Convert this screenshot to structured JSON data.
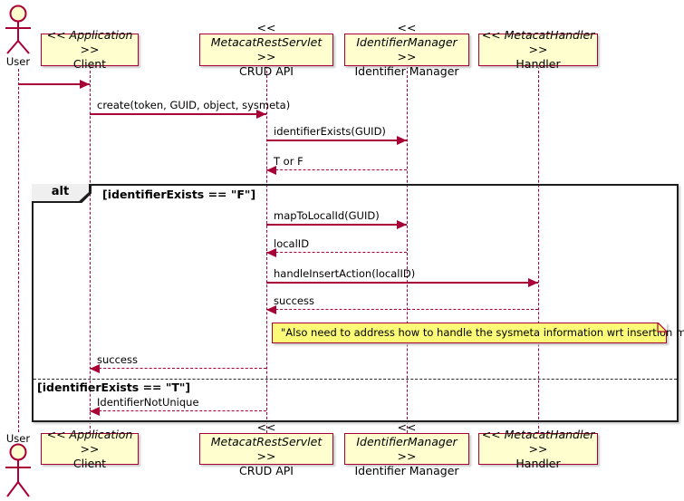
{
  "diagram": {
    "actor_top_label": "User",
    "actor_bottom_label": "User",
    "participants": [
      {
        "id": "client",
        "stereotype": "<< Application >>",
        "name": "Client"
      },
      {
        "id": "crud",
        "stereotype": "<< MetacatRestServlet >>",
        "name": "CRUD API"
      },
      {
        "id": "idmgr",
        "stereotype": "<< IdentifierManager >>",
        "name": "Identifier Manager"
      },
      {
        "id": "handler",
        "stereotype": "<< MetacatHandler >>",
        "name": "Handler"
      }
    ],
    "messages": [
      {
        "from": "user",
        "to": "client",
        "label": "",
        "line": "solid"
      },
      {
        "from": "client",
        "to": "crud",
        "label": "create(token, GUID, object, sysmeta)",
        "line": "solid"
      },
      {
        "from": "crud",
        "to": "idmgr",
        "label": "identifierExists(GUID)",
        "line": "solid"
      },
      {
        "from": "idmgr",
        "to": "crud",
        "label": "T or F",
        "line": "dashed"
      },
      {
        "from": "crud",
        "to": "idmgr",
        "label": "mapToLocalId(GUID)",
        "line": "solid"
      },
      {
        "from": "idmgr",
        "to": "crud",
        "label": "localID",
        "line": "dashed"
      },
      {
        "from": "crud",
        "to": "handler",
        "label": "handleInsertAction(localID)",
        "line": "solid"
      },
      {
        "from": "handler",
        "to": "crud",
        "label": "success",
        "line": "dashed"
      },
      {
        "from": "crud",
        "to": "client",
        "label": "success",
        "line": "dashed"
      },
      {
        "from": "crud",
        "to": "client",
        "label": "IdentifierNotUnique",
        "line": "dashed"
      }
    ],
    "fragment": {
      "operator": "alt",
      "guard_if": "[identifierExists == \"F\"]",
      "guard_else": "[identifierExists == \"T\"]"
    },
    "note": {
      "text": "\"Also need to address how to handle the sysmeta information wrt insertion methods\""
    },
    "colors": {
      "line": "#A80036",
      "participant_fill": "#FEFECE",
      "note_fill": "#FBFB77",
      "fragment_label_fill": "#EFEFEF",
      "frame_border": "#1d1d1d"
    }
  }
}
